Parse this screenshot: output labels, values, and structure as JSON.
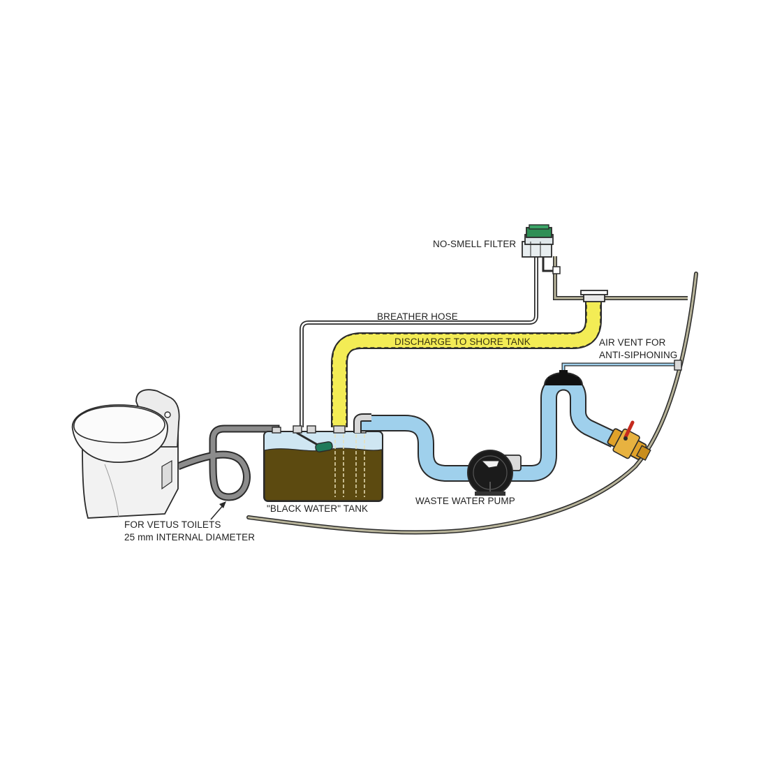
{
  "labels": {
    "no_smell_filter": "NO-SMELL FILTER",
    "breather_hose": "BREATHER HOSE",
    "discharge_to_shore_tank": "DISCHARGE TO SHORE TANK",
    "air_vent_line1": "AIR VENT FOR",
    "air_vent_line2": "ANTI-SIPHONING",
    "black_water_tank": "\"BLACK WATER\" TANK",
    "waste_water_pump": "WASTE WATER PUMP",
    "toilet_note_line1": "FOR VETUS TOILETS",
    "toilet_note_line2": "25 mm INTERNAL DIAMETER"
  },
  "colors": {
    "outline": "#2a2a2a",
    "hull": "#b8b49a",
    "tank_water": "#cfe6f2",
    "waste": "#5c4a10",
    "pump_hose": "#9fd0ec",
    "discharge_hose": "#f3ec55",
    "filter_cap": "#2e8f55",
    "float": "#1f7a5a",
    "toilet": "#f2f2f2",
    "toilet_hose": "#8c8c8c",
    "valve": "#e0a22a",
    "valve_handle": "#c42a1e"
  },
  "icons": {
    "toilet": "toilet-icon",
    "tank": "tank-icon",
    "pump": "pump-icon",
    "filter": "filter-icon",
    "valve": "seacock-valve-icon",
    "vent_loop": "vented-loop-icon"
  }
}
